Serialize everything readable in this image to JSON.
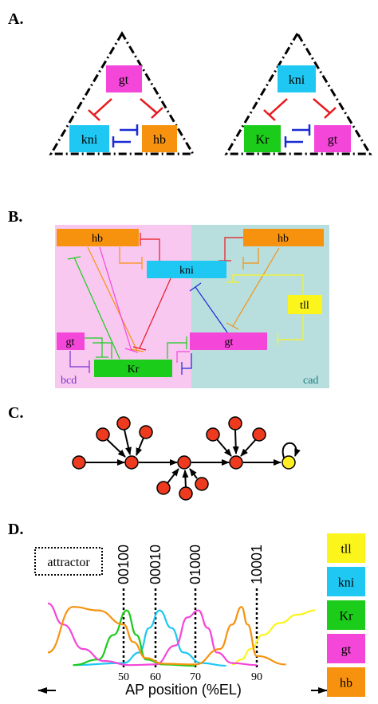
{
  "panels": {
    "a": {
      "label": "A.",
      "left": {
        "top": "gt",
        "bottom_left": "kni",
        "bottom_right": "hb"
      },
      "right": {
        "top": "kni",
        "bottom_left": "Kr",
        "bottom_right": "gt"
      }
    },
    "b": {
      "label": "B.",
      "genes": {
        "hb_left": "hb",
        "hb_right": "hb",
        "kni": "kni",
        "tll": "tll",
        "gt_left": "gt",
        "gt_right": "gt",
        "kr": "Kr"
      },
      "corner_left": "bcd",
      "corner_right": "cad"
    },
    "c": {
      "label": "C."
    },
    "d": {
      "label": "D.",
      "attractor_label": "attractor",
      "codes": [
        "00100",
        "00010",
        "01000",
        "10001"
      ],
      "x_ticks": [
        "50",
        "60",
        "70",
        "90"
      ],
      "x_axis_label": "AP position (%EL)",
      "legend": [
        "tll",
        "kni",
        "Kr",
        "gt",
        "hb"
      ]
    }
  },
  "colors": {
    "hb": "#f7920f",
    "kni": "#1fc8f2",
    "Kr": "#1bcc1b",
    "gt": "#f446d9",
    "tll": "#fbf51b",
    "repress_red": "#e8191e",
    "repress_blue": "#1a2ad4",
    "bcd_bg": "#f8c8f0",
    "cad_bg": "#b8dede",
    "node_red": "#ee3a1e",
    "node_yellow": "#ffee22"
  },
  "chart_data": {
    "type": "line",
    "xlabel": "AP position (%EL)",
    "x_ticks": [
      50,
      60,
      70,
      90
    ],
    "series": [
      {
        "name": "tll",
        "x": [
          82,
          85,
          88,
          91,
          94,
          97,
          100
        ],
        "y": [
          0.03,
          0.1,
          0.25,
          0.45,
          0.62,
          0.74,
          0.8
        ]
      },
      {
        "name": "kni",
        "x": [
          40,
          50,
          55,
          58,
          61,
          64,
          67,
          72,
          80
        ],
        "y": [
          0.02,
          0.05,
          0.2,
          0.55,
          0.8,
          0.55,
          0.2,
          0.05,
          0.01
        ]
      },
      {
        "name": "Kr",
        "x": [
          40,
          45,
          48,
          51,
          54,
          57,
          62,
          70
        ],
        "y": [
          0.02,
          0.1,
          0.45,
          0.8,
          0.45,
          0.1,
          0.03,
          0.01
        ]
      },
      {
        "name": "gt",
        "x": [
          35,
          38,
          42,
          46,
          52,
          60,
          65,
          68,
          71,
          74,
          77,
          82,
          90
        ],
        "y": [
          0.9,
          0.6,
          0.25,
          0.08,
          0.02,
          0.03,
          0.3,
          0.7,
          0.8,
          0.55,
          0.2,
          0.05,
          0.02
        ]
      },
      {
        "name": "hb",
        "x": [
          35,
          40,
          45,
          50,
          53,
          57,
          62,
          70,
          78,
          82,
          85,
          87,
          90,
          95
        ],
        "y": [
          0.2,
          0.85,
          0.8,
          0.6,
          0.35,
          0.12,
          0.04,
          0.03,
          0.25,
          0.6,
          0.85,
          0.6,
          0.15,
          0.03
        ]
      }
    ]
  }
}
